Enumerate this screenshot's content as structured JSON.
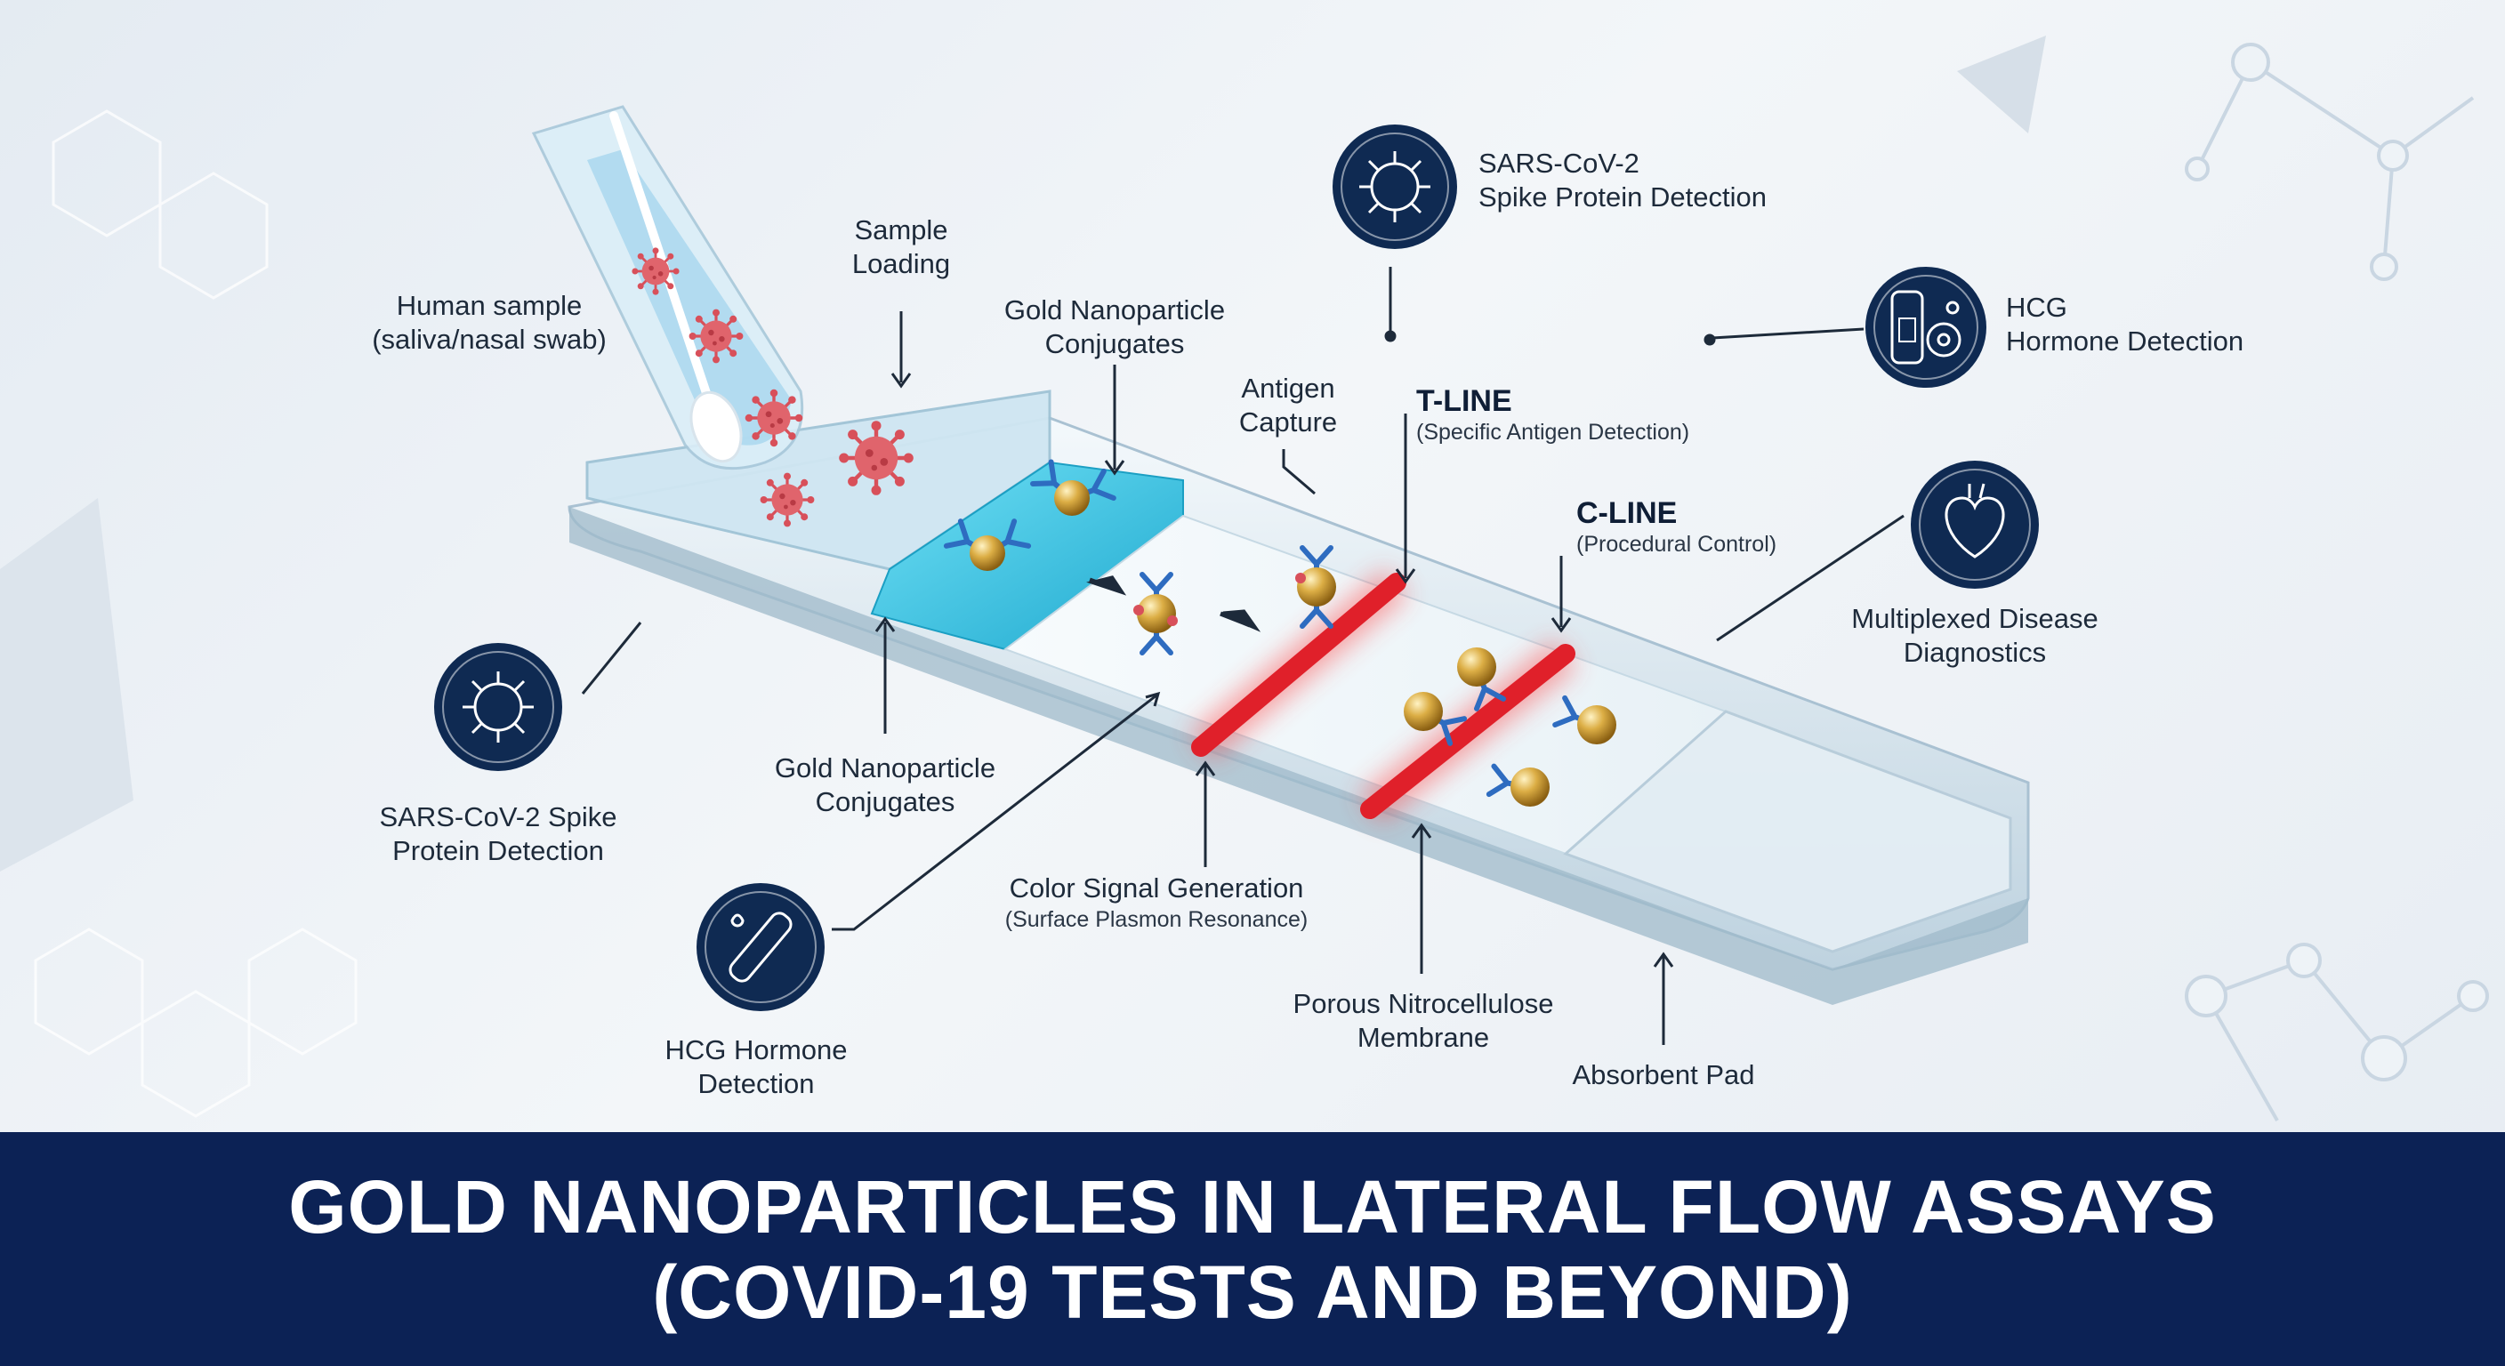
{
  "labels": {
    "human_sample": {
      "line1": "Human sample",
      "line2": "(saliva/nasal swab)"
    },
    "sample_loading": {
      "line1": "Sample",
      "line2": "Loading"
    },
    "gold_conj_top": {
      "line1": "Gold Nanoparticle",
      "line2": "Conjugates"
    },
    "gold_conj_bottom": {
      "line1": "Gold Nanoparticle",
      "line2": "Conjugates"
    },
    "antigen_capture": {
      "line1": "Antigen",
      "line2": "Capture"
    },
    "t_line": {
      "title": "T-LINE",
      "sub": "(Specific Antigen Detection)"
    },
    "c_line": {
      "title": "C-LINE",
      "sub": "(Procedural Control)"
    },
    "color_signal": {
      "line1": "Color Signal Generation",
      "line2": "(Surface Plasmon Resonance)"
    },
    "nitrocellulose": {
      "line1": "Porous Nitrocellulose",
      "line2": "Membrane"
    },
    "absorbent_pad": {
      "line1": "Absorbent Pad"
    },
    "sars_top": {
      "line1": "SARS-CoV-2",
      "line2": "Spike Protein Detection"
    },
    "hcg_top": {
      "line1": "HCG",
      "line2": "Hormone Detection"
    },
    "multiplex": {
      "line1": "Multiplexed Disease",
      "line2": "Diagnostics"
    },
    "sars_left": {
      "line1": "SARS-CoV-2 Spike",
      "line2": "Protein Detection"
    },
    "hcg_bottom": {
      "line1": "HCG Hormone",
      "line2": "Detection"
    }
  },
  "title": {
    "line1": "GOLD NANOPARTICLES IN LATERAL FLOW ASSAYS",
    "line2": "(COVID-19 TESTS AND BEYOND)"
  },
  "colors": {
    "navy": "#0c2255",
    "icon_ring": "#0f2a52",
    "test_line_red": "#e0202a",
    "gold": "#d7a93c",
    "antibody_blue": "#2e6cc0",
    "virus_red": "#d8505a",
    "conjugate_pad": "#39c7e6"
  }
}
